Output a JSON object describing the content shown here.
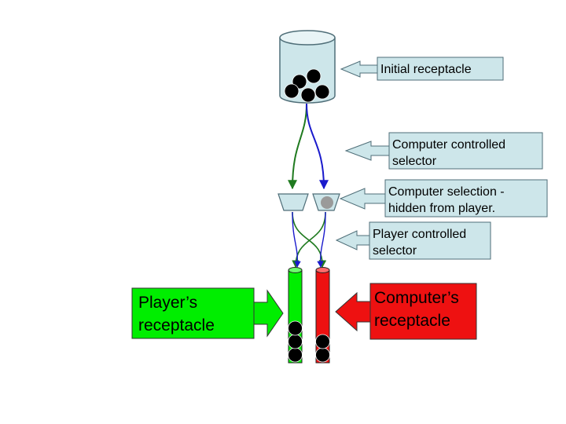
{
  "labels": {
    "initial_receptacle": "Initial receptacle",
    "computer_controlled_selector": [
      "Computer controlled",
      "selector"
    ],
    "computer_selection": [
      "Computer selection -",
      "hidden from player."
    ],
    "player_controlled_selector": [
      "Player controlled",
      "selector"
    ],
    "players_receptacle": [
      "Player’s",
      "receptacle"
    ],
    "computers_receptacle": [
      "Computer’s",
      "receptacle"
    ]
  },
  "balls": {
    "initial_receptacle_count": 5,
    "player_receptacle_count": 3,
    "computer_receptacle_count": 2
  },
  "colors": {
    "callout_fill": "#cde6ea",
    "player": "#00ee00",
    "computer": "#ee1111",
    "path_green": "#1f7a1f",
    "path_blue": "#1a1acc",
    "hidden_ball": "#9a9a9a"
  }
}
